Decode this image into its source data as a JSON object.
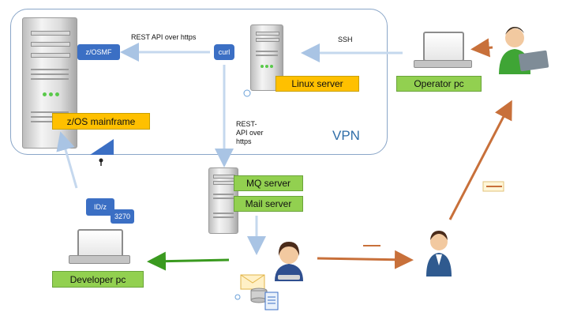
{
  "labels": {
    "zos_mainframe": "z/OS mainframe",
    "zosmf": "z/OSMF",
    "curl": "curl",
    "linux_server": "Linux server",
    "operator_pc": "Operator pc",
    "vpn": "VPN",
    "mq_server": "MQ server",
    "mail_server": "Mail server",
    "developer_pc": "Developer pc",
    "idz": "ID/z",
    "n3270": "3270",
    "rest_api_over_https_top": "REST API over https",
    "ssh": "SSH",
    "rest_api_vertical": [
      "REST-",
      "API over",
      "https"
    ]
  },
  "colors": {
    "orange_box": "#ffc000",
    "green_box": "#92d050",
    "blue_box": "#3b6fc4",
    "vpn_border": "#8aa6c8",
    "flow_green": "#3a9a1f",
    "flow_orange": "#c8703a",
    "flow_light_blue": "#c5d8ee"
  }
}
